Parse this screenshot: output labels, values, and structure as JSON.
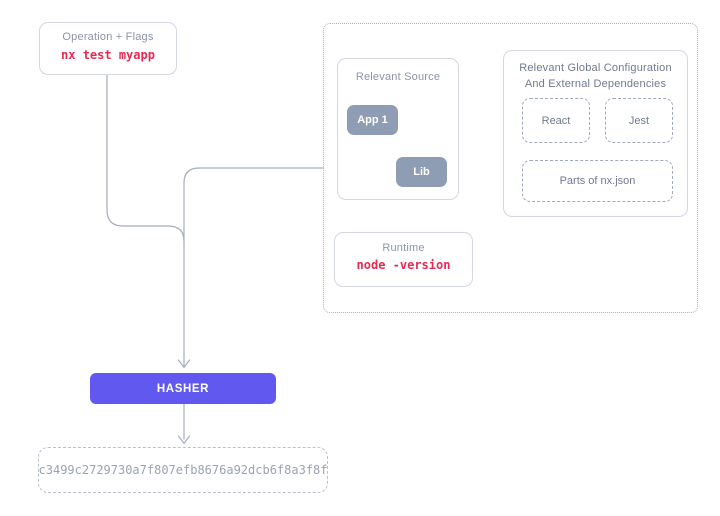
{
  "diagram": {
    "operation": {
      "title": "Operation + Flags",
      "code": "nx test myapp"
    },
    "inputs": {
      "source": {
        "title": "Relevant Source",
        "app_node": "App 1",
        "lib_node": "Lib"
      },
      "global_config": {
        "title_line1": "Relevant Global Configuration",
        "title_line2": "And External Dependencies",
        "items": [
          "React",
          "Jest",
          "Parts of nx.json"
        ]
      },
      "runtime": {
        "title": "Runtime",
        "code": "node -version"
      }
    },
    "hasher": {
      "label": "HASHER"
    },
    "output": {
      "hash": "c3499c2729730a7f807efb8676a92dcb6f8a3f8f"
    }
  },
  "colors": {
    "accent": "#6158ef",
    "code_text": "#e62a52",
    "node_fill": "#8e9db3",
    "connector_line": "#a5adbb",
    "muted_text": "#8a94a8",
    "hash_text": "#9aa2b4"
  }
}
